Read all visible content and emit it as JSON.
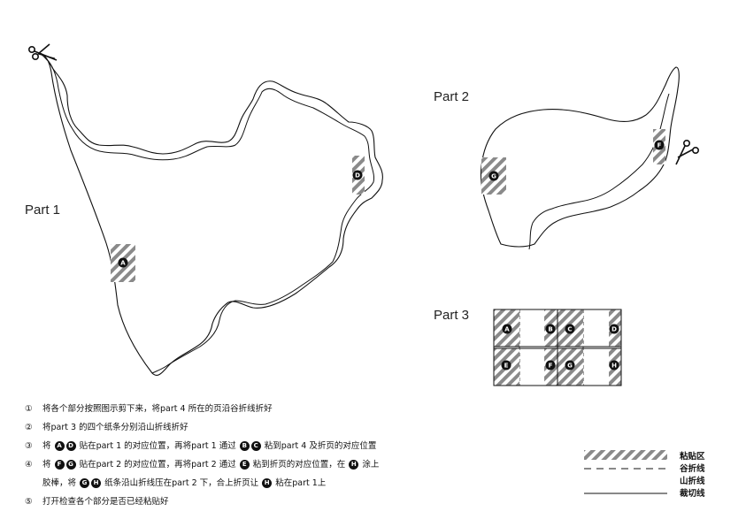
{
  "parts": {
    "part1": "Part 1",
    "part2": "Part 2",
    "part3": "Part 3"
  },
  "markers": {
    "A": "A",
    "B": "B",
    "C": "C",
    "D": "D",
    "E": "E",
    "F": "F",
    "G": "G",
    "H": "H"
  },
  "instructions": {
    "n1": "①",
    "t1": "将各个部分按照图示剪下来，将part 4 所在的页沿谷折线折好",
    "n2": "②",
    "t2": "将part 3 的四个纸条分别沿山折线折好",
    "n3": "③",
    "t3a": "将",
    "t3b": "贴在part 1 的对应位置，再将part 1 通过",
    "t3c": "粘到part 4 及折页的对应位置",
    "n4": "④",
    "t4a": "将",
    "t4b": "贴在part 2 的对应位置，再将part 2 通过",
    "t4c": "粘到折页的对应位置，在",
    "t4d": "涂上",
    "t4e": "胶棒，将",
    "t4f": "纸条沿山折线压在part 2 下，合上折页让",
    "t4g": "粘在part 1上",
    "n5": "⑤",
    "t5": "打开检查各个部分是否已经粘贴好"
  },
  "legend": {
    "glue": "粘贴区",
    "valley": "谷折线",
    "mountain": "山折线",
    "cut": "裁切线"
  },
  "icons": [
    "scissors-icon"
  ]
}
